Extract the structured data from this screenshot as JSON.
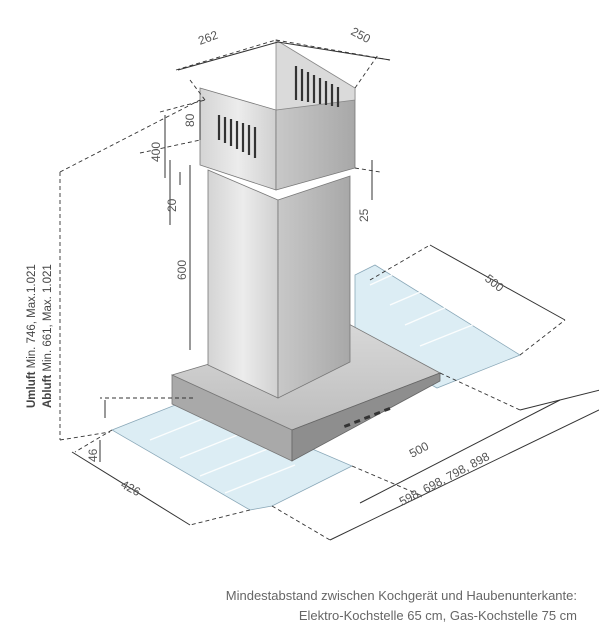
{
  "dimensions": {
    "d262": "262",
    "d250": "250",
    "d80": "80",
    "d400": "400",
    "d20": "20",
    "d25": "25",
    "d600": "600",
    "d500_right": "500",
    "d500_front": "500",
    "d46": "46",
    "d426": "426",
    "widths": "598, 698, 798, 898"
  },
  "height_labels": {
    "umluft_title": "Umluft",
    "umluft_range": " Min. 746, Max.1.021",
    "abluft_title": "Abluft",
    "abluft_range": " Min. 661, Max. 1.021"
  },
  "footnote": {
    "line1": "Mindestabstand zwischen Kochgerät und Haubenunterkante:",
    "line2": "Elektro-Kochstelle 65 cm, Gas-Kochstelle 75 cm"
  },
  "colors": {
    "glass": "#dcedf4",
    "steel_light": "#e6e6e6",
    "steel_dark": "#b8b8b8",
    "dash": "#333333"
  }
}
